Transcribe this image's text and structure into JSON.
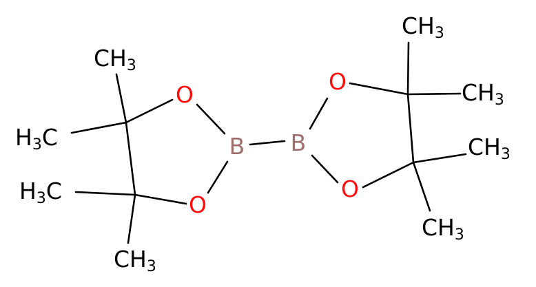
{
  "colors": {
    "carbon": "#000000",
    "oxygen": "#ff0d0d",
    "boron": "#a0706e",
    "background": "#ffffff"
  },
  "atoms": {
    "b_left": "B",
    "b_right": "B",
    "o_left_top": "O",
    "o_left_bottom": "O",
    "o_right_top": "O",
    "o_right_bottom": "O",
    "ch3_lt_top": {
      "main": "CH",
      "sub": "3"
    },
    "ch3_lt_left": {
      "main": "H",
      "sub": "3",
      "tail": "C"
    },
    "ch3_lb_left": {
      "main": "H",
      "sub": "3",
      "tail": "C"
    },
    "ch3_lb_bottom": {
      "main": "CH",
      "sub": "3"
    },
    "ch3_rt_top": {
      "main": "CH",
      "sub": "3"
    },
    "ch3_rt_right": {
      "main": "CH",
      "sub": "3"
    },
    "ch3_rb_right": {
      "main": "CH",
      "sub": "3"
    },
    "ch3_rb_bottom": {
      "main": "CH",
      "sub": "3"
    }
  }
}
